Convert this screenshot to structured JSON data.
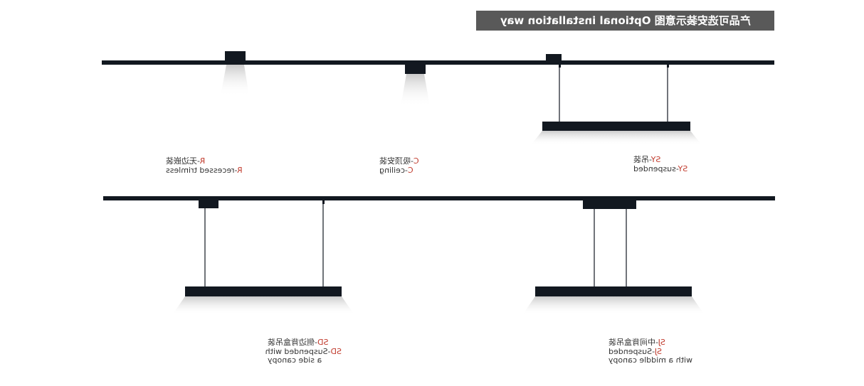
{
  "title": "产品可选安装示意图 Optional installation way",
  "colors": {
    "bar": "#121820",
    "title_bg": "#595959",
    "code_red": "#c0392b",
    "text": "#333333"
  },
  "mirrored": true,
  "labels": {
    "r": {
      "code": "R",
      "cn": "-无边嵌装",
      "en_code": "R",
      "en": "-recessed trimless"
    },
    "c": {
      "code": "C",
      "cn": "-吸顶安装",
      "en_code": "C",
      "en": "-ceiling"
    },
    "sy": {
      "code": "SY",
      "cn": "-吊装",
      "en_code": "SY",
      "en": "-suspended"
    },
    "sd": {
      "code": "SD",
      "cn": "-侧边背盒吊装",
      "en_code": "SD",
      "en": "-Suspended with",
      "extra": "a side canopy"
    },
    "sj": {
      "code": "SJ",
      "cn": "-中间背盒吊装",
      "en_code": "SJ",
      "en": "-Suspended",
      "extra": "with a middle canopy"
    }
  }
}
